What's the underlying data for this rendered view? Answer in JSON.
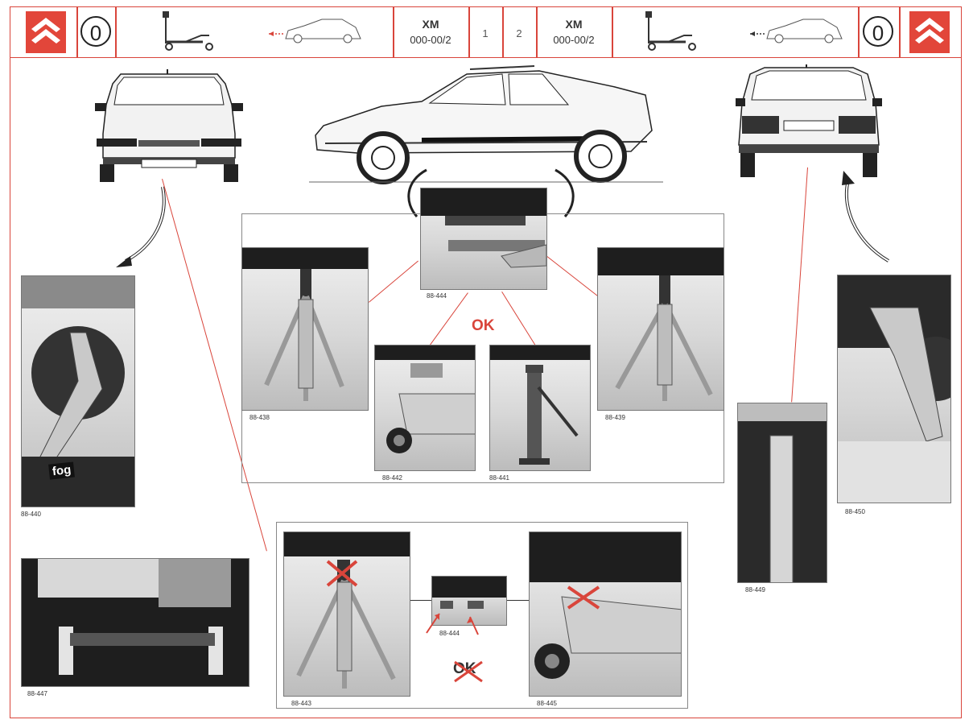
{
  "header": {
    "left": {
      "mark": "0",
      "model": "XM",
      "code": "000-00/2",
      "page": "1"
    },
    "right": {
      "mark": "0",
      "model": "XM",
      "code": "000-00/2",
      "page": "2"
    }
  },
  "labels": {
    "ok": "OK",
    "not_ok": "OK",
    "fog_brand": "fog"
  },
  "figures": {
    "f440": "88-440",
    "f447": "88-447",
    "f438": "88-438",
    "f444_top": "88-444",
    "f439": "88-439",
    "f442": "88-442",
    "f441": "88-441",
    "f443": "88-443",
    "f444_bottom": "88-444",
    "f445": "88-445",
    "f449": "88-449",
    "f450": "88-450"
  },
  "colors": {
    "accent": "#d9453b",
    "logo": "#e2463a"
  },
  "icons": [
    "citroen-chevron-logo",
    "trolley-jack-icon",
    "car-towing-icon",
    "red-cross-icon",
    "pointer-arrow-icon"
  ]
}
